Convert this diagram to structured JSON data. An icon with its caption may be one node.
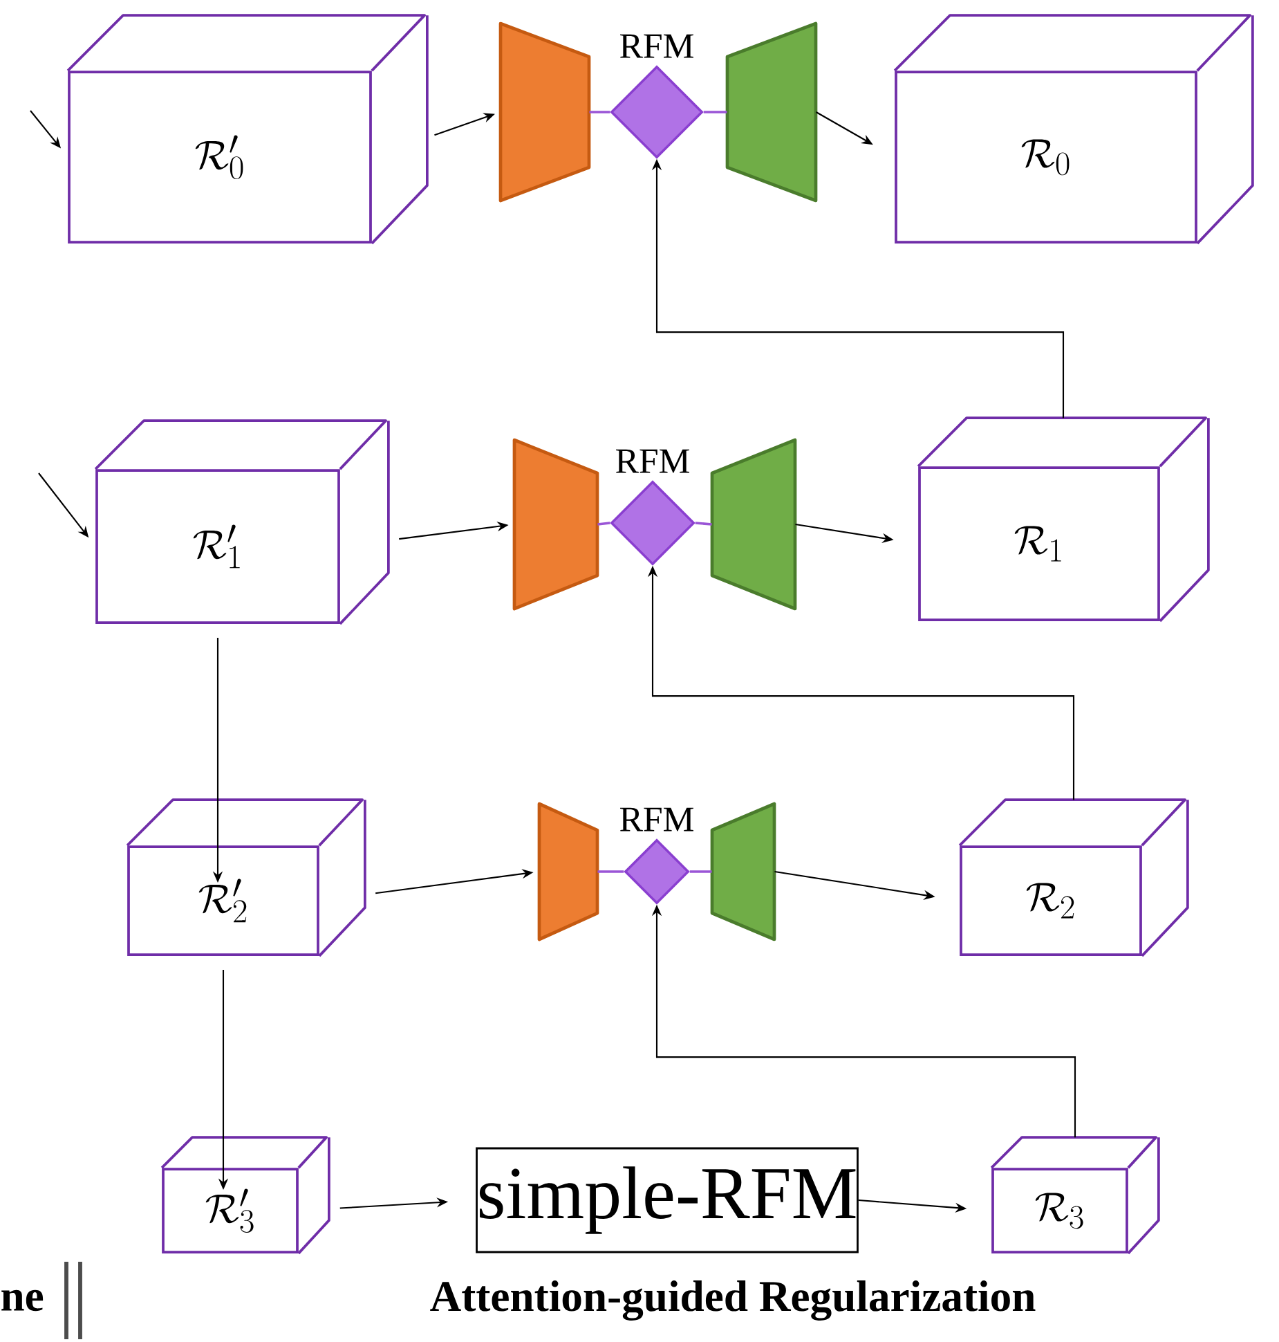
{
  "diagram": {
    "nodes": [
      {
        "text": [
          "\\mathcal{R}'_0"
        ]
      },
      {
        "text": [],
        "shape": "trapezoid"
      },
      {
        "text": [],
        "shape": "diamond",
        "beside": [
          "RFM"
        ]
      },
      {
        "text": [],
        "shape": "trapezoid"
      },
      {
        "text": [
          "\\mathcal{R}_0"
        ]
      },
      {
        "text": [
          "\\mathcal{R}'_1"
        ]
      },
      {
        "text": [],
        "shape": "trapezoid"
      },
      {
        "text": [],
        "shape": "diamond",
        "beside": [
          "RFM"
        ]
      },
      {
        "text": [],
        "shape": "trapezoid"
      },
      {
        "text": [
          "\\mathcal{R}_1"
        ]
      },
      {
        "text": [
          "\\mathcal{R}'_2"
        ]
      },
      {
        "text": [],
        "shape": "trapezoid"
      },
      {
        "text": [],
        "shape": "diamond",
        "beside": [
          "RFM"
        ]
      },
      {
        "text": [],
        "shape": "trapezoid"
      },
      {
        "text": [
          "\\mathcal{R}_2"
        ]
      },
      {
        "text": [
          "\\mathcal{R}'_3"
        ]
      },
      {
        "text": [
          "simple-RFM"
        ]
      },
      {
        "text": [
          "\\mathcal{R}_3"
        ]
      }
    ],
    "edges": [
      {
        "from": null,
        "to": 0,
        "arrow": "to"
      },
      {
        "from": 0,
        "to": 1,
        "arrow": "to"
      },
      {
        "from": 1,
        "to": 2,
        "arrow": "none",
        "color": "#9a55d6"
      },
      {
        "from": 2,
        "to": 3,
        "arrow": "none",
        "color": "#9a55d6"
      },
      {
        "from": 3,
        "to": 4,
        "arrow": "to"
      },
      {
        "from": null,
        "to": 5,
        "arrow": "to"
      },
      {
        "from": 5,
        "to": 6,
        "arrow": "to"
      },
      {
        "from": 6,
        "to": 7,
        "arrow": "none",
        "color": "#9a55d6"
      },
      {
        "from": 7,
        "to": 8,
        "arrow": "none",
        "color": "#9a55d6"
      },
      {
        "from": 8,
        "to": 9,
        "arrow": "to"
      },
      {
        "from": 9,
        "to": 2,
        "arrow": "to"
      },
      {
        "from": 5,
        "to": 10,
        "arrow": "to"
      },
      {
        "from": 10,
        "to": 11,
        "arrow": "to"
      },
      {
        "from": 11,
        "to": 12,
        "arrow": "none",
        "color": "#9a55d6"
      },
      {
        "from": 12,
        "to": 13,
        "arrow": "none",
        "color": "#9a55d6"
      },
      {
        "from": 13,
        "to": 14,
        "arrow": "to"
      },
      {
        "from": 14,
        "to": 7,
        "arrow": "to"
      },
      {
        "from": 10,
        "to": 15,
        "arrow": "to"
      },
      {
        "from": 15,
        "to": 16,
        "arrow": "to"
      },
      {
        "from": 16,
        "to": 17,
        "arrow": "to"
      },
      {
        "from": 17,
        "to": 12,
        "arrow": "to"
      }
    ],
    "labels": [
      "ne",
      "Attention-guided Regularization"
    ]
  }
}
